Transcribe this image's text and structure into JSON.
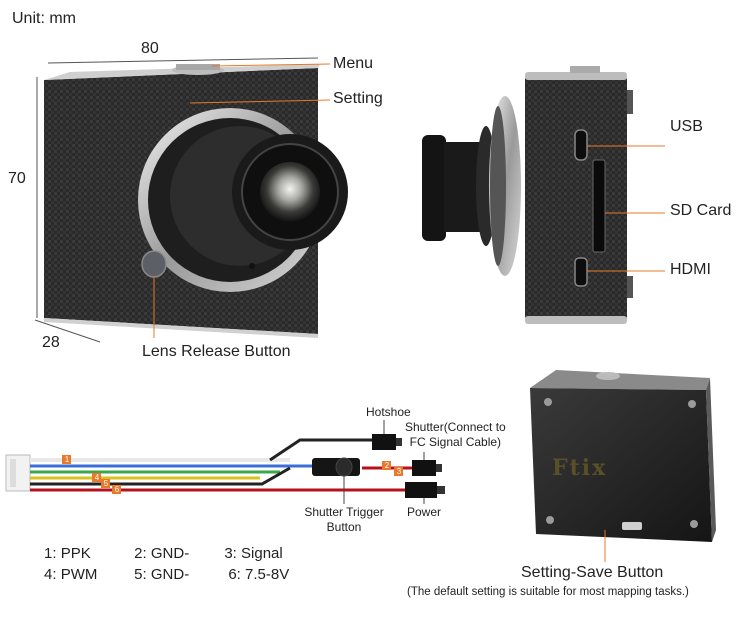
{
  "unit_label": "Unit: mm",
  "dimensions": {
    "width": "80",
    "height": "70",
    "depth": "28"
  },
  "front_camera": {
    "labels": {
      "menu": "Menu",
      "setting": "Setting",
      "lens_release": "Lens Release Button"
    }
  },
  "side_camera": {
    "labels": {
      "usb": "USB",
      "sd_card": "SD Card",
      "hdmi": "HDMI"
    }
  },
  "cable": {
    "labels": {
      "hotshoe": "Hotshoe",
      "shutter_line1": "Shutter(Connect to",
      "shutter_line2": "FC Signal Cable)",
      "trigger_line1": "Shutter Trigger",
      "trigger_line2": "Button",
      "power": "Power"
    },
    "wire_numbers": [
      "1",
      "2",
      "3",
      "4",
      "5",
      "6"
    ],
    "wire_colors": {
      "white": "#e8e8e8",
      "blue": "#3a6fd8",
      "green": "#3aa84a",
      "yellow": "#d9c21f",
      "black": "#222222",
      "red": "#b5121b"
    },
    "pinout": [
      {
        "num": "1:",
        "name": "PPK"
      },
      {
        "num": "2:",
        "name": "GND-"
      },
      {
        "num": "3:",
        "name": "Signal"
      },
      {
        "num": "4:",
        "name": "PWM"
      },
      {
        "num": "5:",
        "name": "GND-"
      },
      {
        "num": "6:",
        "name": "7.5-8V"
      }
    ]
  },
  "back_camera": {
    "brand": "Ftix",
    "labels": {
      "setting_save": "Setting-Save Button",
      "note": "(The default setting is suitable for most mapping tasks.)"
    }
  },
  "colors": {
    "accent_line": "#e8782a",
    "body_dark": "#1c1c1c"
  }
}
